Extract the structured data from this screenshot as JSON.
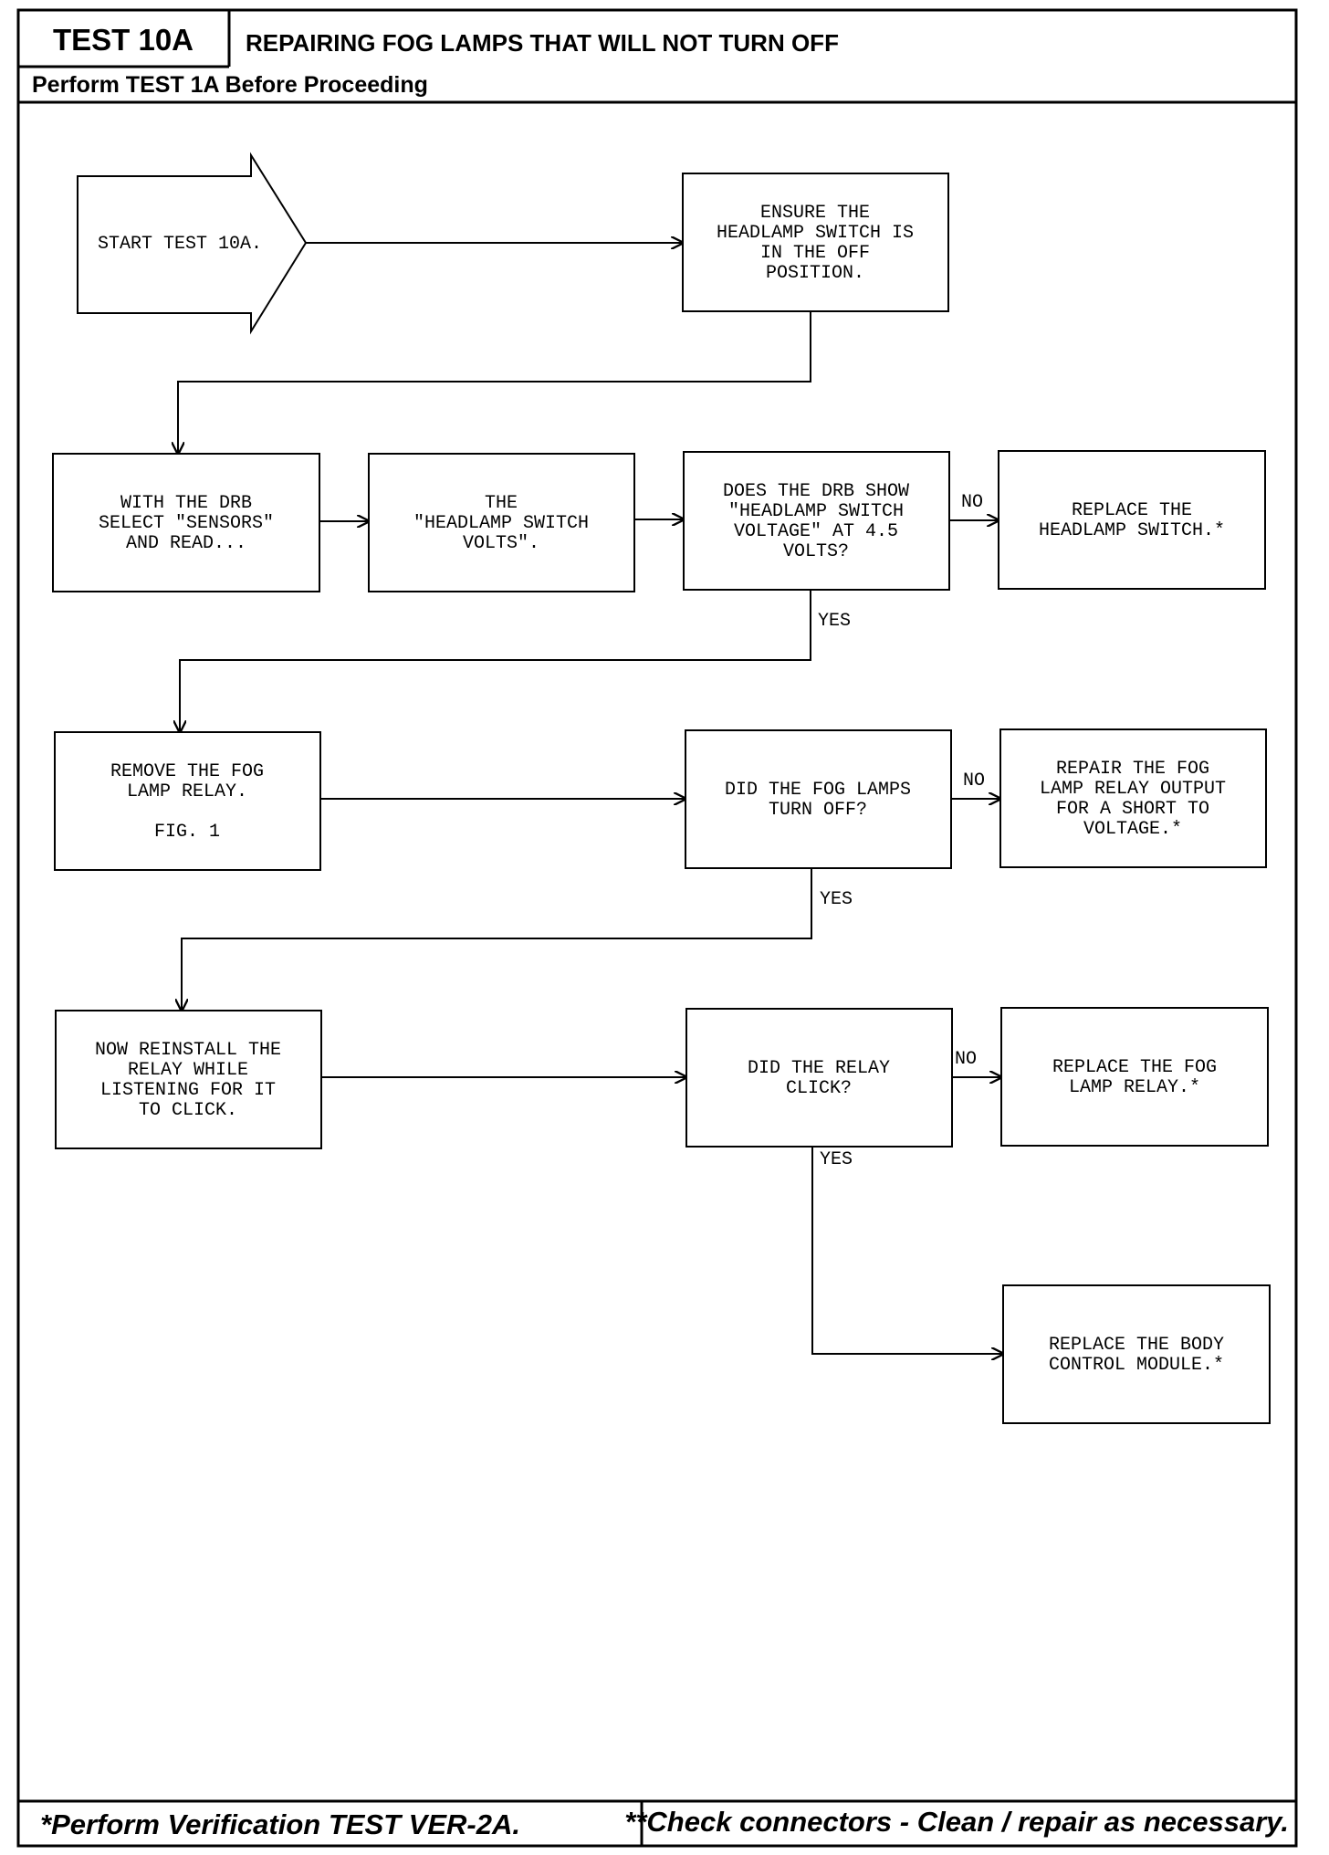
{
  "header": {
    "test_id": "TEST 10A",
    "title": "REPAIRING FOG LAMPS THAT WILL NOT TURN OFF",
    "subtitle": "Perform TEST 1A Before Proceeding"
  },
  "flowchart": {
    "start": [
      "START TEST 10A."
    ],
    "ensure_switch_off": [
      "ENSURE THE",
      "HEADLAMP SWITCH IS",
      "IN THE OFF",
      "POSITION."
    ],
    "drb_select_sensors": [
      "WITH THE DRB",
      "SELECT \"SENSORS\"",
      "AND READ..."
    ],
    "headlamp_switch_volts": [
      "THE",
      "\"HEADLAMP SWITCH",
      "VOLTS\"."
    ],
    "q_voltage_4_5": [
      "DOES THE DRB SHOW",
      "\"HEADLAMP SWITCH",
      "VOLTAGE\" AT 4.5",
      "VOLTS?"
    ],
    "replace_headlamp_switch": [
      "REPLACE THE",
      "HEADLAMP SWITCH.*"
    ],
    "remove_relay": [
      "REMOVE THE FOG",
      "LAMP RELAY.",
      "",
      "FIG. 1"
    ],
    "q_fog_lamps_off": [
      "DID THE FOG LAMPS",
      "TURN OFF?"
    ],
    "repair_relay_output": [
      "REPAIR THE FOG",
      "LAMP RELAY OUTPUT",
      "FOR A SHORT TO",
      "VOLTAGE.*"
    ],
    "reinstall_relay": [
      "NOW REINSTALL THE",
      "RELAY WHILE",
      "LISTENING FOR IT",
      "TO CLICK."
    ],
    "q_relay_click": [
      "DID THE RELAY",
      "CLICK?"
    ],
    "replace_relay": [
      "REPLACE THE FOG",
      "LAMP RELAY.*"
    ],
    "replace_bcm": [
      "REPLACE THE BODY",
      "CONTROL MODULE.*"
    ],
    "labels": {
      "yes": "YES",
      "no": "NO"
    }
  },
  "footer": {
    "left": "*Perform Verification TEST VER-2A.",
    "right": "**Check connectors - Clean / repair as necessary."
  }
}
